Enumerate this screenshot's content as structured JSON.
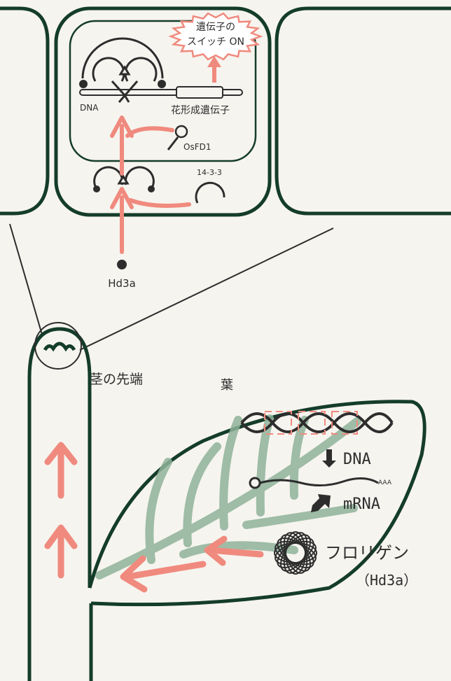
{
  "labels": {
    "switch_line1": "遺伝子の",
    "switch_line2": "スイッチ ON",
    "dna_small": "DNA",
    "flower_gene": "花形成遺伝子",
    "osfd1": "OsFD1",
    "protein_1433": "14-3-3",
    "hd3a": "Hd3a",
    "shoot_apex": "茎の先端",
    "leaf": "葉",
    "dna_big": "DNA",
    "mrna": "mRNA",
    "aaa": "AAA",
    "florigen": "フロリゲン",
    "florigen_sub": "（Hd3a）"
  },
  "colors": {
    "background": "#f6f4ef",
    "outline": "#143c2a",
    "arrow": "#f08a7e",
    "vein": "#8fb39a",
    "ink": "#2d2d2d",
    "dashed_box": "#f08a7e"
  }
}
